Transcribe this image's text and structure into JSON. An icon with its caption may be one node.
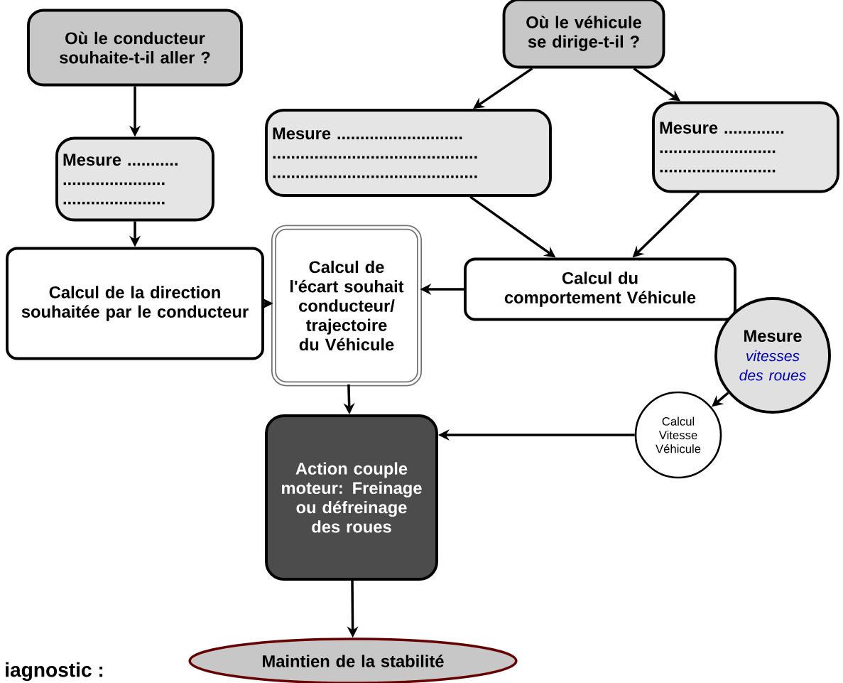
{
  "diagram": {
    "nodes": [
      {
        "text": [
          "Où le conducteur souhaite-t-il aller ?"
        ]
      },
      {
        "text": [
          "Où le véhicule se dirige-t-il ?"
        ]
      },
      {
        "text": [
          "Mesure ........... ...................... ......................"
        ]
      },
      {
        "text": [
          "Mesure ........................... ............................................ ............................................"
        ]
      },
      {
        "text": [
          "Mesure ............. ......................... ........................."
        ]
      },
      {
        "text": [
          "Calcul de la direction souhaitée par le conducteur"
        ]
      },
      {
        "text": [
          "Calcul de l'écart souhait conducteur/ trajectoire du Véhicule"
        ]
      },
      {
        "text": [
          "Calcul du comportement Véhicule"
        ]
      },
      {
        "text": [
          "Mesure",
          "vitesses des roues"
        ]
      },
      {
        "text": [
          "Calcul Vitesse Véhicule"
        ]
      },
      {
        "text": [
          "Action couple moteur: Freinage ou défreinage des roues"
        ]
      },
      {
        "text": [
          "Maintien de la stabilité"
        ]
      }
    ],
    "edges": [
      {
        "from": 0,
        "to": 2,
        "arrow": "to"
      },
      {
        "from": 2,
        "to": 5,
        "arrow": "to"
      },
      {
        "from": 1,
        "to": 3,
        "arrow": "to"
      },
      {
        "from": 1,
        "to": 4,
        "arrow": "to"
      },
      {
        "from": 3,
        "to": 7,
        "arrow": "to"
      },
      {
        "from": 4,
        "to": 7,
        "arrow": "to"
      },
      {
        "from": 7,
        "to": 6,
        "arrow": "to"
      },
      {
        "from": 5,
        "to": 6,
        "arrow": "to"
      },
      {
        "from": 6,
        "to": 10,
        "arrow": "to"
      },
      {
        "from": 8,
        "to": 9,
        "arrow": "to"
      },
      {
        "from": 9,
        "to": 10,
        "arrow": "to"
      },
      {
        "from": 10,
        "to": 11,
        "arrow": "to"
      }
    ],
    "labels": [
      "iagnostic :"
    ]
  }
}
